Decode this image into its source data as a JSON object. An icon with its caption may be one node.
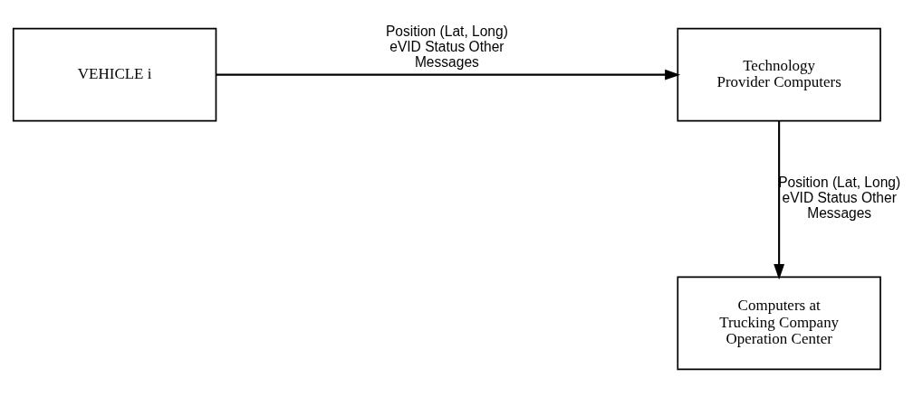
{
  "diagram": {
    "nodes": [
      {
        "text": [
          "VEHICLE i"
        ]
      },
      {
        "text": [
          "Technology Provider Computers"
        ]
      },
      {
        "text": [
          "Computers at Trucking Company Operation Center"
        ]
      }
    ],
    "edges": [
      {
        "from": 0,
        "to": 1,
        "arrow": "to",
        "label": "Position (Lat, Long) eVID Status Other Messages"
      },
      {
        "from": 1,
        "to": 2,
        "arrow": "to",
        "label": "Position (Lat, Long) eVID Status Other Messages"
      }
    ]
  }
}
